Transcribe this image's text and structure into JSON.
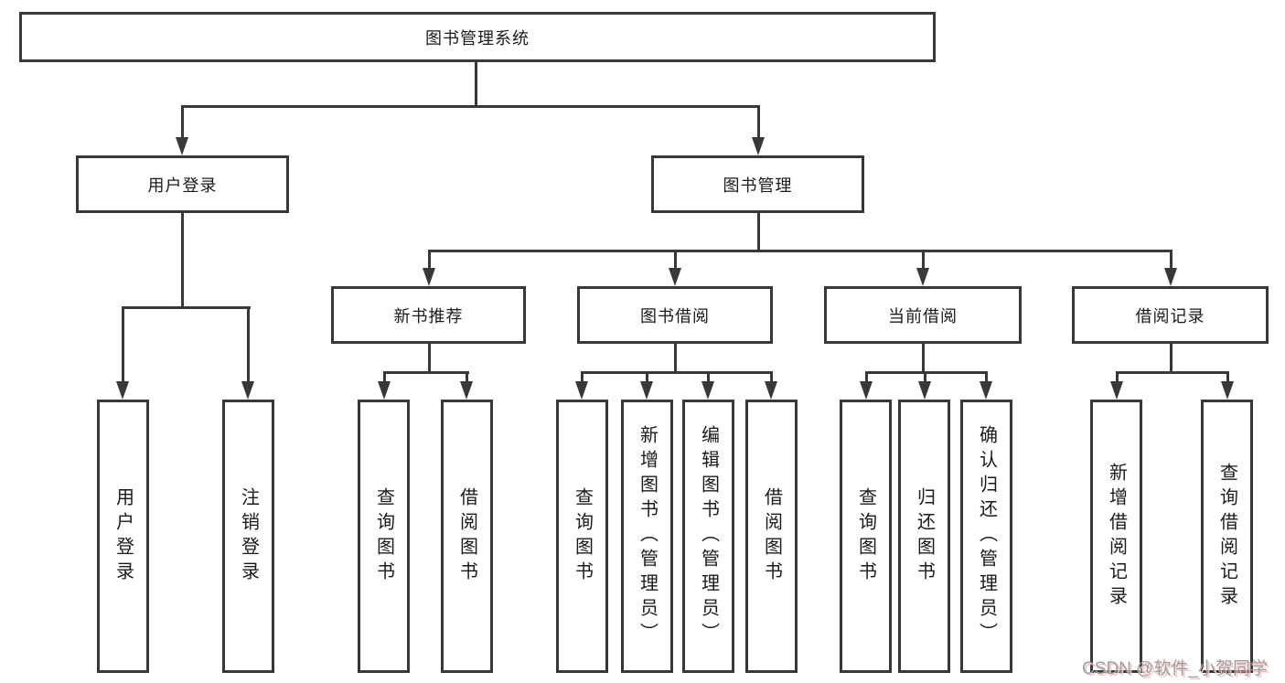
{
  "diagram": {
    "root": {
      "label": "图书管理系统"
    },
    "level2": [
      {
        "label": "用户登录"
      },
      {
        "label": "图书管理"
      }
    ],
    "level3": [
      {
        "label": "新书推荐"
      },
      {
        "label": "图书借阅"
      },
      {
        "label": "当前借阅"
      },
      {
        "label": "借阅记录"
      }
    ],
    "leaves": [
      {
        "label": "用户登录"
      },
      {
        "label": "注销登录"
      },
      {
        "label": "查询图书"
      },
      {
        "label": "借阅图书"
      },
      {
        "label": "查询图书"
      },
      {
        "label": "新增图书（管理员）"
      },
      {
        "label": "编辑图书（管理员）"
      },
      {
        "label": "借阅图书"
      },
      {
        "label": "查询图书"
      },
      {
        "label": "归还图书"
      },
      {
        "label": "确认归还（管理员）"
      },
      {
        "label": "新增借阅记录"
      },
      {
        "label": "查询借阅记录"
      }
    ]
  },
  "watermark": {
    "text": "CSDN @软件_小贺同学"
  },
  "colors": {
    "line": "#383838",
    "text": "#1a1a1a",
    "background": "#ffffff",
    "watermark_gray": "#9e9e9e",
    "watermark_pink": "#f3c2c2"
  }
}
